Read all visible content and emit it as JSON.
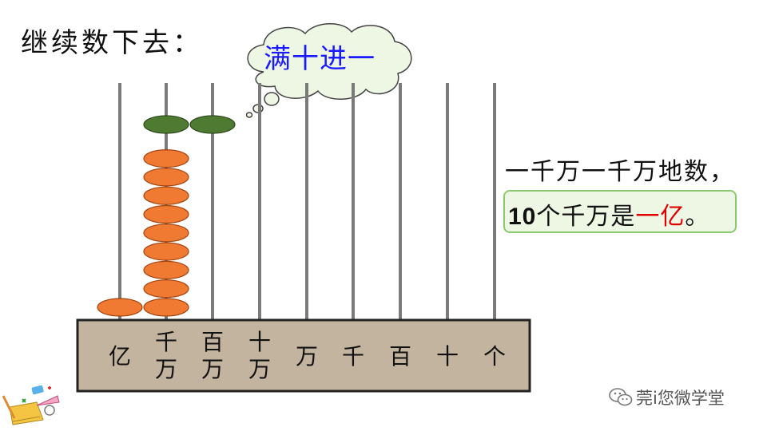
{
  "heading": "继续数下去：",
  "thought_bubble": "满十进一",
  "place_values": [
    {
      "top": "亿",
      "bottom": ""
    },
    {
      "top": "千",
      "bottom": "万"
    },
    {
      "top": "百",
      "bottom": "万"
    },
    {
      "top": "十",
      "bottom": "万"
    },
    {
      "top": "万",
      "bottom": ""
    },
    {
      "top": "千",
      "bottom": ""
    },
    {
      "top": "百",
      "bottom": ""
    },
    {
      "top": "十",
      "bottom": ""
    },
    {
      "top": "个",
      "bottom": ""
    }
  ],
  "abacus": {
    "bead_counts": [
      1,
      9,
      0,
      0,
      0,
      0,
      0,
      0,
      0
    ],
    "top_markers": [
      0,
      1,
      1,
      0,
      0,
      0,
      0,
      0,
      0
    ],
    "bead_color": "#f07a32",
    "marker_color": "#4e7a32",
    "frame_color": "#c2b49e"
  },
  "explanation": {
    "line1": "一千万一千万地数，",
    "line2_number": "10",
    "line2_text": "个千万是",
    "line2_highlight": "一亿",
    "line2_end": "。",
    "highlight_color": "#e00000"
  },
  "watermark": "莞i您微学堂",
  "icons": {
    "logo": "math-stationery-icon",
    "watermark": "wechat-icon"
  }
}
